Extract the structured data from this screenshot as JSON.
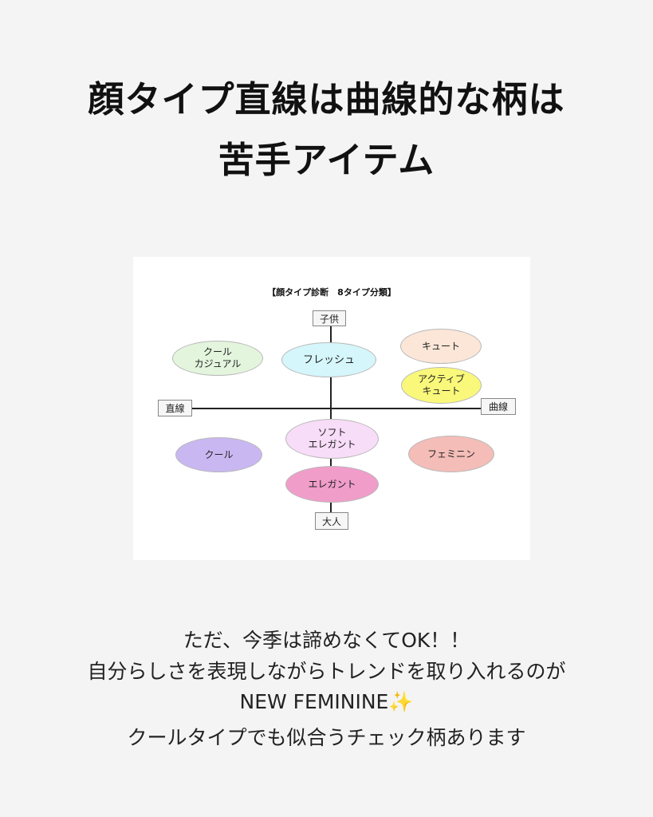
{
  "headline": {
    "line1": "顔タイプ直線は曲線的な柄は",
    "line2": "苦手アイテム"
  },
  "diagram": {
    "title": "【顔タイプ診断　8タイプ分類】",
    "axes": {
      "top": "子供",
      "bottom": "大人",
      "left": "直線",
      "right": "曲線"
    },
    "types": [
      {
        "label": "クール\nカジュアル",
        "color": "#e3f5dd"
      },
      {
        "label": "フレッシュ",
        "color": "#d5f6fb"
      },
      {
        "label": "キュート",
        "color": "#fbe6d8"
      },
      {
        "label": "アクティブ\nキュート",
        "color": "#f9f87a"
      },
      {
        "label": "ソフト\nエレガント",
        "color": "#f7ddf7"
      },
      {
        "label": "クール",
        "color": "#c9b7f2"
      },
      {
        "label": "エレガント",
        "color": "#f09dca"
      },
      {
        "label": "フェミニン",
        "color": "#f4bdb8"
      }
    ]
  },
  "body": {
    "line1": "ただ、今季は諦めなくてOK！！",
    "line2": "自分らしさを表現しながらトレンドを取り入れるのが",
    "line3": "NEW FEMININE✨",
    "line4": "クールタイプでも似合うチェック柄あります"
  }
}
